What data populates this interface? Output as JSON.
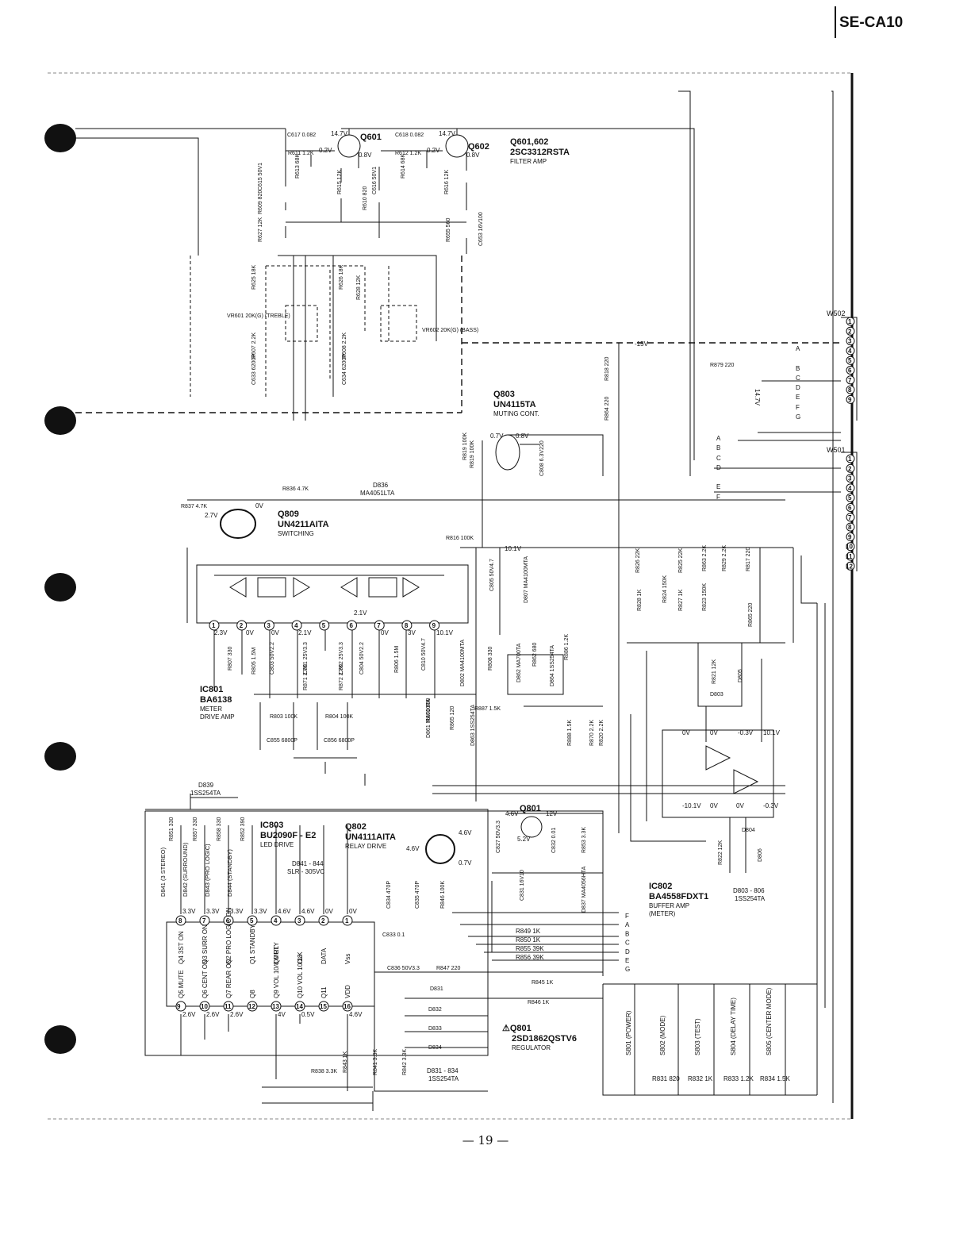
{
  "header": {
    "model": "SE-CA10"
  },
  "footer": {
    "page": "— 19 —"
  },
  "blocks": {
    "q601": {
      "ref": "Q601",
      "v_top": "14.7V",
      "v_base": "0.2V",
      "v_emit": "0.8V"
    },
    "q602": {
      "ref": "Q602",
      "v_top": "14.7V",
      "v_base": "0.2V",
      "v_emit": "0.8V"
    },
    "q601_602": {
      "ref": "Q601,602",
      "part": "2SC3312RSTA",
      "func": "FILTER AMP"
    },
    "q803": {
      "ref": "Q803",
      "part": "UN4115TA",
      "func": "MUTING CONT.",
      "v1": "0.7V",
      "v2": "0.8V"
    },
    "q809": {
      "ref": "Q809",
      "part": "UN4211AITA",
      "func": "SWITCHING",
      "v_in": "2.7V",
      "v_out": "0V"
    },
    "ic801": {
      "ref": "IC801",
      "part": "BA6138",
      "func1": "METER",
      "func2": "DRIVE AMP"
    },
    "ic802": {
      "ref": "IC802",
      "part": "BA4558FDXT1",
      "func1": "BUFFER AMP",
      "func2": "(METER)"
    },
    "ic803": {
      "ref": "IC803",
      "part": "BU2090F - E2",
      "func": "LED DRIVE"
    },
    "q802": {
      "ref": "Q802",
      "part": "UN4111AITA",
      "func": "RELAY DRIVE",
      "v1": "4.6V",
      "v2": "4.6V",
      "v3": "0.7V"
    },
    "q801": {
      "ref": "Q801",
      "v1": "4.6V",
      "v2": "12V",
      "v3": "5.2V",
      "ref2": "⚠Q801",
      "part": "2SD1862QSTV6",
      "func": "REGULATOR"
    },
    "d841_844": {
      "ref": "D841 - 844",
      "part": "SLR - 305VC"
    },
    "d803_806": {
      "ref": "D803 - 806",
      "part": "1SS254TA"
    },
    "d831_834": {
      "ref": "D831 - 834",
      "part": "1SS254TA"
    },
    "d839": {
      "ref": "D839",
      "part": "1SS254TA"
    },
    "d836": {
      "ref": "D836",
      "part": "MA4051LTA"
    },
    "w502": {
      "ref": "W502",
      "pins": [
        "1",
        "2",
        "3",
        "4",
        "5",
        "6",
        "7",
        "8",
        "9"
      ],
      "letters": [
        "A",
        "B",
        "C",
        "D",
        "E",
        "F",
        "G"
      ]
    },
    "w501": {
      "ref": "W501",
      "pins": [
        "1",
        "2",
        "3",
        "4",
        "5",
        "6",
        "7",
        "8",
        "9",
        "10",
        "11",
        "12"
      ],
      "letters": [
        "A",
        "B",
        "C",
        "D",
        "E",
        "F"
      ]
    },
    "voltages": [
      "-15V",
      "14.7V",
      "10.1V",
      "2.3V",
      "0V",
      "0V",
      "2.1V",
      "2.1V",
      "0V",
      "3V",
      "10.1V",
      "0V",
      "0V",
      "-0.3V",
      "10.1V",
      "-10.1V",
      "0V",
      "0V",
      "-0.3V"
    ],
    "ic801_pins": [
      "1",
      "2",
      "3",
      "4",
      "5",
      "6",
      "7",
      "8",
      "9"
    ],
    "ic803_top_pins": [
      "8",
      "7",
      "6",
      "5",
      "4",
      "3",
      "2",
      "1"
    ],
    "ic803_top_volts": [
      "3.3V",
      "3.3V",
      "3.3V",
      "3.3V",
      "4.6V",
      "4.6V",
      "0V",
      "0V"
    ],
    "ic803_top_labels": [
      "Q4 3ST ON",
      "Q3 SURR ON",
      "Q2 PRO LOGIC ON",
      "Q1 STANDBY",
      "Q0 RLY",
      "CLK",
      "DATA",
      "Vss"
    ],
    "ic803_bot_pins": [
      "9",
      "10",
      "11",
      "12",
      "13",
      "14",
      "15",
      "16"
    ],
    "ic803_bot_volts": [
      "2.6V",
      "2.6V",
      "2.6V",
      "",
      "4V",
      "0.5V",
      "",
      "4.6V"
    ],
    "ic803_bot_labels": [
      "Q5 MUTE",
      "Q6 CENT ON",
      "Q7 REAR ON",
      "Q8",
      "Q9 VOL 10/8 MUT",
      "Q10 VOL 10/18",
      "Q11",
      "VDD"
    ],
    "leds": [
      "D841 (3 STEREO)",
      "D842 (SURROUND)",
      "D843 (PRO LOGIC)",
      "D844 (STANDBY)"
    ],
    "switches": [
      "S801 (POWER)",
      "S802 (MODE)",
      "S803 (TEST)",
      "S804 (DELAY TIME)",
      "S805 (CENTER MODE)"
    ],
    "switch_res": [
      "R831 820",
      "R832 1K",
      "R833 1.2K",
      "R834 1.5K"
    ],
    "bus_res": [
      "R849 1K",
      "R850 1K",
      "R855 39K",
      "R856 39K"
    ],
    "bus_letters": [
      "F",
      "A",
      "B",
      "C",
      "D",
      "E",
      "G"
    ],
    "parts": [
      "C617 0.082",
      "R611 1.2K",
      "C618 0.082",
      "R612 1.2K",
      "R613 68K",
      "R614 68K",
      "C615 50V1",
      "R615 12K",
      "C616 50V1",
      "R616 12K",
      "R610 820",
      "R609 820",
      "R627 12K",
      "R655 560",
      "C653 16V100",
      "R625 18K",
      "R626 18K",
      "R628 12K",
      "VR601 20K(G) (TREBLE)",
      "VR602 20K(G) (BASS)",
      "R607 2.2K",
      "R608 2.2K",
      "C633 6200P",
      "C634 6200P",
      "R879 220",
      "R818 220",
      "R864 220",
      "R819 100K",
      "C808 6.3V220",
      "R836 4.7K",
      "R837 4.7K",
      "R816 100K",
      "C805 50V4.7",
      "D807 MA4100MTA",
      "R826 22K",
      "R825 22K",
      "R863 2.2K",
      "R829 2.2K",
      "R817 220",
      "R828 1K",
      "R824 150K",
      "R827 1K",
      "R823 150K",
      "R865 220",
      "R807 330",
      "R805 1.5M",
      "C803 50V2.2",
      "C801 25V3.3",
      "R871 2.7K",
      "C802 25V3.3",
      "R872 2.7K",
      "C804 50V2.2",
      "R806 1.5M",
      "C810 50V4.7",
      "D802 MA4100MTA",
      "R808 330",
      "D862 MA700TA",
      "R862 680",
      "D864 1SS254TA",
      "R886 1.2K",
      "R803 100K",
      "R804 100K",
      "C855 6800P",
      "C856 6800P",
      "D861 MA700TA",
      "R861 680",
      "R865 120",
      "D863 1SS254TA",
      "R887 1.5K",
      "R888 1.5K",
      "R870 2.2K",
      "R820 2.2K",
      "R821 12K",
      "D805",
      "D803",
      "D804",
      "R822 12K",
      "D806",
      "R851 330",
      "R857 330",
      "R858 330",
      "R852 390",
      "C827 50V3.3",
      "C832 0.01",
      "R853 3.3K",
      "C831 16V10",
      "D837 MA4056HTA",
      "C834 470P",
      "C835 470P",
      "R846 100K",
      "C833 0.1",
      "C836 50V3.3",
      "R847 220",
      "R845 1K",
      "R846 1K",
      "D831",
      "D832",
      "D833",
      "D834",
      "R838 3.3K",
      "R843 1K",
      "R841 3.3K",
      "R842 3.3K",
      "R819 100K"
    ]
  }
}
